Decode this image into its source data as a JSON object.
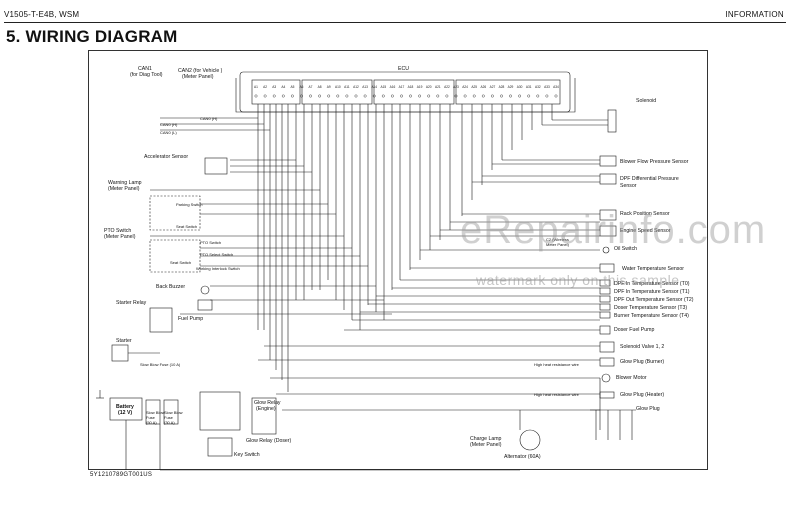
{
  "header": {
    "doc_id": "V1505-T-E4B, WSM",
    "section": "INFORMATION"
  },
  "title": "5.  WIRING DIAGRAM",
  "footer_code": "5Y1210789GT001US",
  "watermark": {
    "main": "eRepairinfo.com",
    "sub": "watermark only on this sample"
  },
  "labels": {
    "ecu": "ECU",
    "can1": "CAN1\n(for Diag Tool)",
    "can1_a": "CAN1",
    "can1_b": "(for Diag Tool)",
    "can2_a": "CAN2 (for Vehicle )",
    "can2_b": "(Meter Panel)",
    "can0_h": "CAN0 (H)",
    "can0_hb": "CAN0 (H)",
    "can0_l": "CAN0 (L)",
    "solenoid": "Solenoid",
    "accel_sensor": "Accelerator Sensor",
    "blower_flow": "Blower Flow Pressure Sensor",
    "dpf_diff_a": "DPF Differential Pressure",
    "dpf_diff_b": "Sensor",
    "warning_lamp_a": "Warning Lamp",
    "warning_lamp_b": "(Meter Panel)",
    "parking_switch": "Parking Switch",
    "seat_switch": "Seat Switch",
    "rack_position": "Rack Position Sensor",
    "engine_speed": "Engine Speed Sensor",
    "oil_switch": "Oil Switch",
    "c2_a": "C2 (Wireless",
    "c2_b": "Meter Panel)",
    "pto_switch_a": "PTO Switch",
    "pto_switch_b": "(Meter Panel)",
    "pto_switch_small": "PTO Switch",
    "pto_select": "PTO Select Switch",
    "seat_switch2": "Seat Switch",
    "working_interlock": "Working Interlock Switch",
    "water_temp": "Water Temperature Sensor",
    "back_buzzer": "Back Buzzer",
    "dpf_in": "DPF In Temperature Sensor (T0)",
    "dpf_in_t1": "DPF In Temperature Sensor (T1)",
    "dpf_out": "DPF Out Temperature Sensor (T2)",
    "starter_relay": "Starter Relay",
    "doser_temp": "Doser Temperature Sensor (T3)",
    "burner_temp": "Burner Temperature Sensor (T4)",
    "fuel_pump": "Fuel Pump",
    "doser_fuel_pump": "Doser Fuel Pump",
    "starter": "Starter",
    "solenoid_valve": "Solenoid Valve 1, 2",
    "glow_plug_burner": "Glow Plug (Burner)",
    "high_heat_1": "High heat resistance wire",
    "blower_motor": "Blower Motor",
    "high_heat_2": "High heat resistance wire",
    "glow_plug_heater": "Glow Plug (Heater)",
    "battery_a": "Battery",
    "battery_b": "(12 V)",
    "glow_relay_engine_a": "Glow Relay",
    "glow_relay_engine_b": "(Engine)",
    "glow_plug": "Glow Plug",
    "slow_blow_a": "Slow Blow",
    "slow_blow_b": "Fuse",
    "slow_blow_c": "(50 A)",
    "slow_blow2_a": "Slow Blow",
    "slow_blow2_b": "Fuse",
    "slow_blow2_c": "(30 A)",
    "glow_relay_doser": "Glow Relay (Doser)",
    "key_switch": "Key Switch",
    "charge_lamp_a": "Charge Lamp",
    "charge_lamp_b": "(Meter Panel)",
    "alternator": "Alternator (60A)",
    "slow_blow_small": "Slow Blow Fuse (10 A)"
  },
  "ecu_pins_top": [
    "A1",
    "A2",
    "A3",
    "A4",
    "A5",
    "A6",
    "A7",
    "A8",
    "A9",
    "A10",
    "A11",
    "A12",
    "A13",
    "A14",
    "A15",
    "A16",
    "A17",
    "A18",
    "A19",
    "A20",
    "A21",
    "A22",
    "A23",
    "A24",
    "A25",
    "A26",
    "A27",
    "A28",
    "A29",
    "A30",
    "A31",
    "A32",
    "A33",
    "A34"
  ],
  "colors": {
    "ink": "#1a1a1a",
    "paper": "#ffffff",
    "watermark": "#969696"
  }
}
